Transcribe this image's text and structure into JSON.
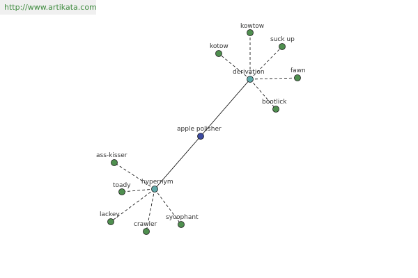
{
  "banner": {
    "url_text": "http://www.artikata.com"
  },
  "colors": {
    "leaf_node": "#4f8f4f",
    "hub_node": "#5fa8a8",
    "center_node": "#3b4aa0",
    "edge": "#000000"
  },
  "graph": {
    "center": {
      "id": "apple-polisher",
      "label": "apple polisher"
    },
    "hubs": [
      {
        "id": "derivation",
        "label": "derivation"
      },
      {
        "id": "hypernym",
        "label": "hypernym"
      }
    ],
    "leaves": [
      {
        "id": "kowtow",
        "label": "kowtow",
        "hub": "derivation"
      },
      {
        "id": "kotow",
        "label": "kotow",
        "hub": "derivation"
      },
      {
        "id": "suck-up",
        "label": "suck up",
        "hub": "derivation"
      },
      {
        "id": "fawn",
        "label": "fawn",
        "hub": "derivation"
      },
      {
        "id": "bootlick",
        "label": "bootlick",
        "hub": "derivation"
      },
      {
        "id": "ass-kisser",
        "label": "ass-kisser",
        "hub": "hypernym"
      },
      {
        "id": "toady",
        "label": "toady",
        "hub": "hypernym"
      },
      {
        "id": "lackey",
        "label": "lackey",
        "hub": "hypernym"
      },
      {
        "id": "crawler",
        "label": "crawler",
        "hub": "hypernym"
      },
      {
        "id": "sycophant",
        "label": "sycophant",
        "hub": "hypernym"
      }
    ]
  }
}
